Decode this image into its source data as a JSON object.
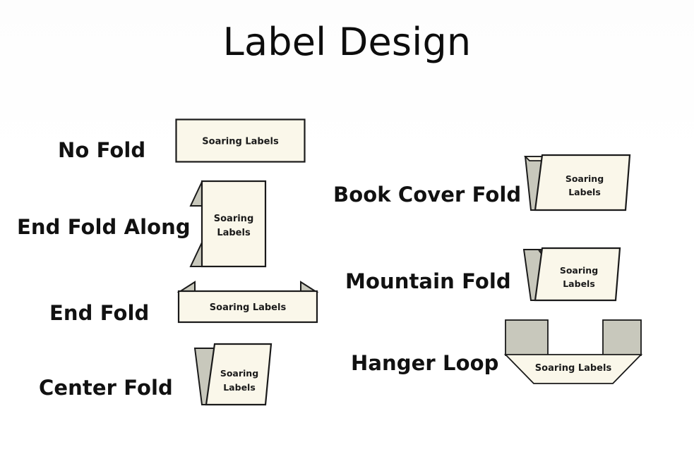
{
  "page": {
    "title": "Label Design",
    "background_color": "#ffffff",
    "label_fill_color": "#faf7ea",
    "fold_fill_color": "#c8c8bc",
    "outline_color": "#1a1a1a",
    "text_color": "#111111"
  },
  "brand_text": {
    "single_line": "Soaring Labels",
    "line1": "Soaring",
    "line2": "Labels"
  },
  "rows": [
    {
      "id": "no-fold",
      "label": "No Fold",
      "shape": "plain-rectangle",
      "brand_lines": [
        "Soaring Labels"
      ],
      "column": "left"
    },
    {
      "id": "end-fold-along",
      "label": "End Fold Along",
      "shape": "portrait-with-left-flaps",
      "brand_lines": [
        "Soaring",
        "Labels"
      ],
      "column": "left"
    },
    {
      "id": "end-fold",
      "label": "End Fold",
      "shape": "landscape-with-top-corner-flaps",
      "brand_lines": [
        "Soaring Labels"
      ],
      "column": "left"
    },
    {
      "id": "center-fold",
      "label": "Center Fold",
      "shape": "two-overlapping-trapezoids",
      "brand_lines": [
        "Soaring",
        "Labels"
      ],
      "column": "left"
    },
    {
      "id": "book-cover-fold",
      "label": "Book Cover Fold",
      "shape": "wedge-with-hook-and-panel",
      "brand_lines": [
        "Soaring",
        "Labels"
      ],
      "column": "right"
    },
    {
      "id": "mountain-fold",
      "label": "Mountain Fold",
      "shape": "wedge-with-notch-and-panel",
      "brand_lines": [
        "Soaring",
        "Labels"
      ],
      "column": "right"
    },
    {
      "id": "hanger-loop",
      "label": "Hanger Loop",
      "shape": "two-tabs-over-trapezoid",
      "brand_lines": [
        "Soaring Labels"
      ],
      "column": "right"
    }
  ]
}
